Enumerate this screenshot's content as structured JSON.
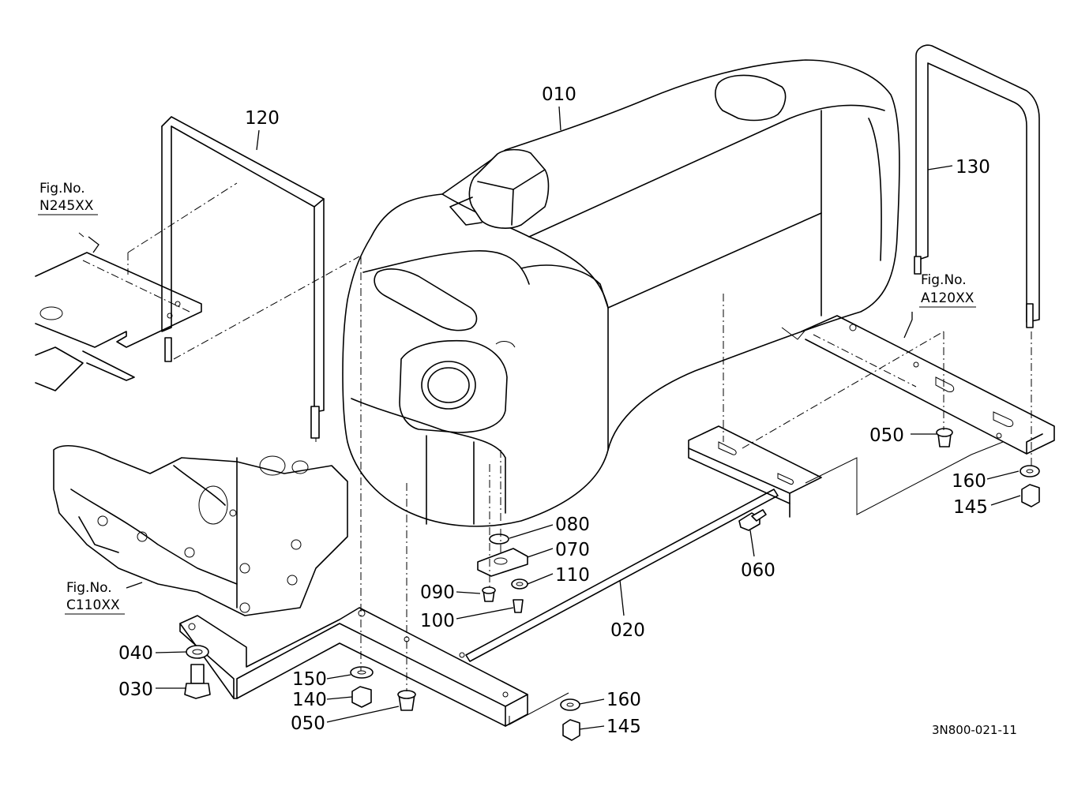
{
  "diagram": {
    "parts": [
      {
        "id": "010"
      },
      {
        "id": "020"
      },
      {
        "id": "030"
      },
      {
        "id": "040"
      },
      {
        "id": "050a",
        "label": "050"
      },
      {
        "id": "050b",
        "label": "050"
      },
      {
        "id": "060"
      },
      {
        "id": "070"
      },
      {
        "id": "080"
      },
      {
        "id": "090"
      },
      {
        "id": "100"
      },
      {
        "id": "110"
      },
      {
        "id": "120"
      },
      {
        "id": "130"
      },
      {
        "id": "140"
      },
      {
        "id": "145a",
        "label": "145"
      },
      {
        "id": "145b",
        "label": "145"
      },
      {
        "id": "150"
      },
      {
        "id": "160a",
        "label": "160"
      },
      {
        "id": "160b",
        "label": "160"
      }
    ],
    "references": [
      {
        "id": "n245",
        "line1": "Fig.No.",
        "line2": "N245XX"
      },
      {
        "id": "a120",
        "line1": "Fig.No.",
        "line2": "A120XX"
      },
      {
        "id": "c110",
        "line1": "Fig.No.",
        "line2": "C110XX"
      }
    ],
    "drawing_code": "3N800-021-11"
  }
}
